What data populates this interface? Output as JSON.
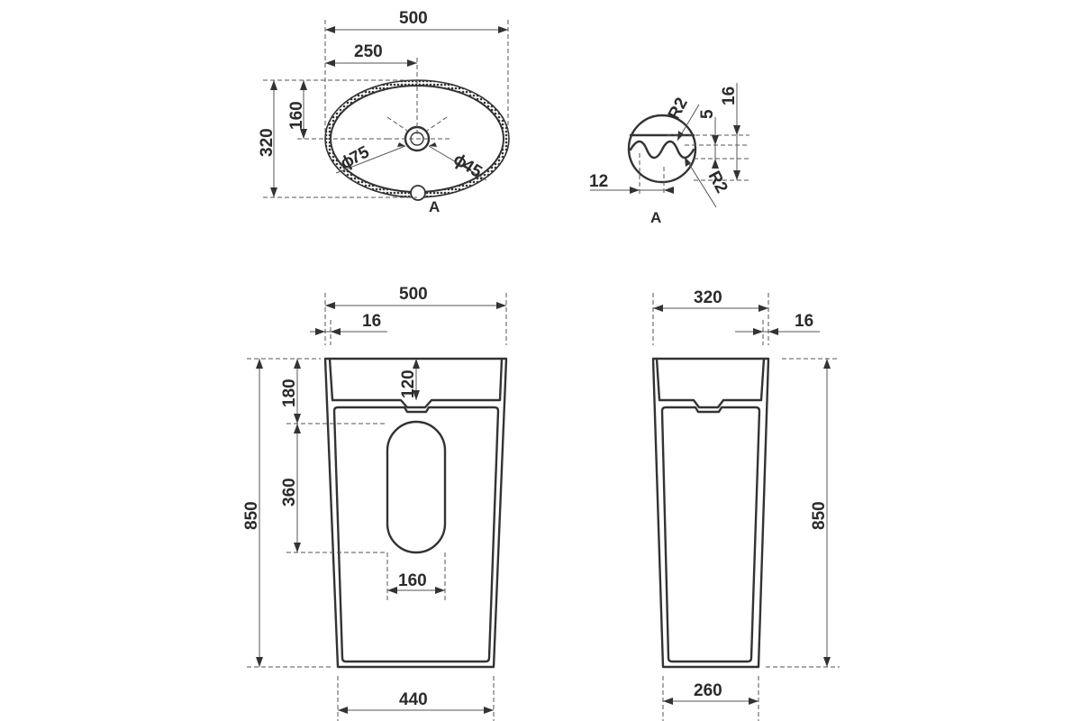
{
  "top_view": {
    "width_total": "500",
    "width_half": "250",
    "depth_total": "320",
    "depth_half": "160",
    "bowl_diameter": "75",
    "drain_diameter": "45",
    "detail_tag": "A",
    "diameter_symbol": "ϕ"
  },
  "detail_a": {
    "radius_top": "R2",
    "radius_bottom": "R2",
    "height_total": "16",
    "groove_depth": "5",
    "pitch": "12",
    "title": "A"
  },
  "front_view": {
    "top_width": "500",
    "wall": "16",
    "height": "850",
    "basin_height": "180",
    "overflow_height": "120",
    "opening_height": "360",
    "opening_width": "160",
    "bottom_width": "440"
  },
  "side_view": {
    "top_width": "320",
    "wall": "16",
    "height": "850",
    "bottom_width": "260"
  }
}
